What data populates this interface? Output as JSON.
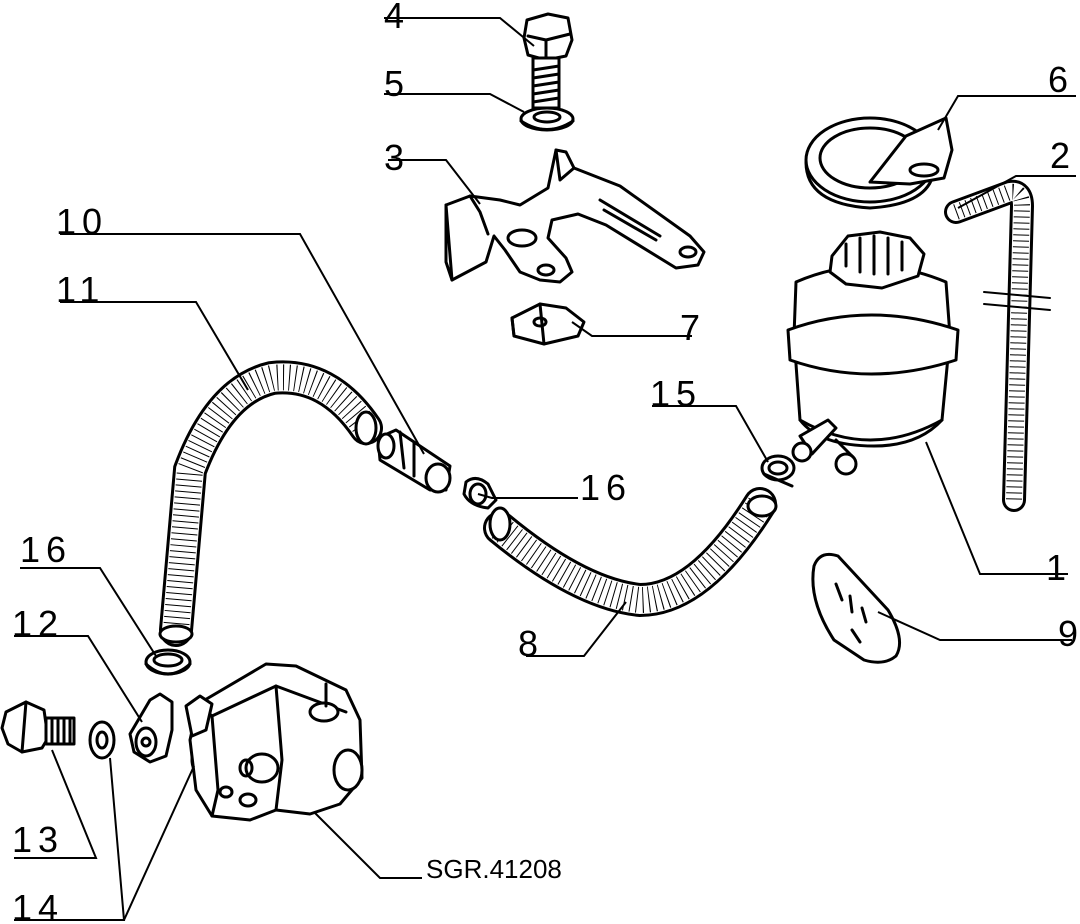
{
  "diagram": {
    "reference": "SGR.41208",
    "callouts": [
      {
        "id": "c1",
        "label": "1"
      },
      {
        "id": "c2",
        "label": "2"
      },
      {
        "id": "c3",
        "label": "3"
      },
      {
        "id": "c4",
        "label": "4"
      },
      {
        "id": "c5",
        "label": "5"
      },
      {
        "id": "c6",
        "label": "6"
      },
      {
        "id": "c7",
        "label": "7"
      },
      {
        "id": "c8",
        "label": "8"
      },
      {
        "id": "c9",
        "label": "9"
      },
      {
        "id": "c10",
        "label": "10"
      },
      {
        "id": "c11",
        "label": "11"
      },
      {
        "id": "c12",
        "label": "12"
      },
      {
        "id": "c13",
        "label": "13"
      },
      {
        "id": "c14",
        "label": "14"
      },
      {
        "id": "c15",
        "label": "15"
      },
      {
        "id": "c16a",
        "label": "16"
      },
      {
        "id": "c16b",
        "label": "16"
      }
    ]
  }
}
